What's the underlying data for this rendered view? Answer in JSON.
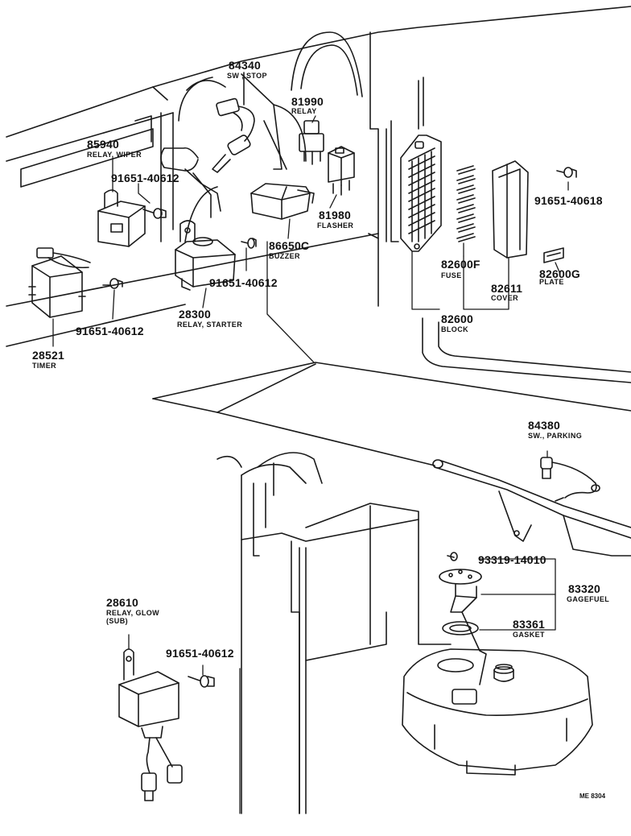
{
  "colors": {
    "line": "#1a1a1a",
    "background": "#ffffff"
  },
  "diagram_code": "ME 8304",
  "parts": {
    "p84340": {
      "number": "84340",
      "name": "SW , STOP"
    },
    "p81990": {
      "number": "81990",
      "name": "RELAY"
    },
    "p85940": {
      "number": "85940",
      "name": "RELAY, WIPER"
    },
    "p91651_a": {
      "number": "91651-40612"
    },
    "p81980": {
      "number": "81980",
      "name": "FLASHER"
    },
    "p86650c": {
      "number": "86650C",
      "name": "BUZZER"
    },
    "p91651_b": {
      "number": "91651-40612"
    },
    "p28300": {
      "number": "28300",
      "name": "RELAY, STARTER"
    },
    "p91651_c": {
      "number": "91651-40612"
    },
    "p28521": {
      "number": "28521",
      "name": "TIMER"
    },
    "p91651_40618": {
      "number": "91651-40618"
    },
    "p82600f": {
      "number": "82600F",
      "name": "FUSE"
    },
    "p82611": {
      "number": "82611",
      "name": "COVER"
    },
    "p82600g": {
      "number": "82600G",
      "name": "PLATE"
    },
    "p82600": {
      "number": "82600",
      "name": "BLOCK"
    },
    "p84380": {
      "number": "84380",
      "name": "SW., PARKING"
    },
    "p93319": {
      "number": "93319-14010"
    },
    "p83320": {
      "number": "83320",
      "name": "GAGEFUEL"
    },
    "p83361": {
      "number": "83361",
      "name": "GASKET"
    },
    "p28610": {
      "number": "28610",
      "name": "RELAY, GLOW",
      "name2": "(SUB)"
    },
    "p91651_d": {
      "number": "91651-40612"
    }
  }
}
